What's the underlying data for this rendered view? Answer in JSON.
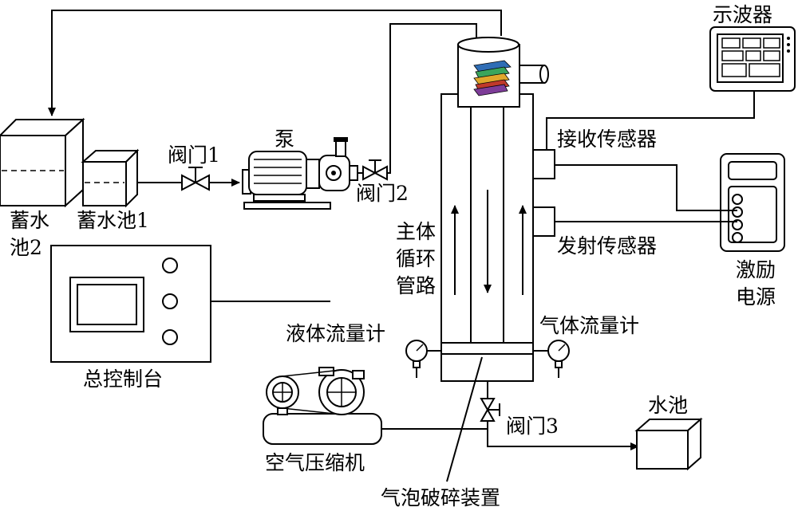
{
  "labels": {
    "oscilloscope": "示波器",
    "receive_sensor": "接收传感器",
    "transmit_sensor": "发射传感器",
    "excitation_power_line1": "激励",
    "excitation_power_line2": "电源",
    "pump": "泵",
    "valve1": "阀门1",
    "valve2": "阀门2",
    "valve3": "阀门3",
    "tank2_line1": "蓄水",
    "tank2_line2": "池2",
    "tank1": "蓄水池1",
    "main_pipe_line1": "主体",
    "main_pipe_line2": "循环",
    "main_pipe_line3": "管路",
    "liquid_flowmeter": "液体流量计",
    "gas_flowmeter": "气体流量计",
    "control_console": "总控制台",
    "air_compressor": "空气压缩机",
    "water_pool": "水池",
    "bubble_breaker": "气泡破碎装置"
  },
  "colors": {
    "line": "#000000",
    "background": "#ffffff",
    "stack_colors": [
      "#2f6db5",
      "#3aa55c",
      "#e0a72c",
      "#c0392b",
      "#7d3c98"
    ]
  }
}
